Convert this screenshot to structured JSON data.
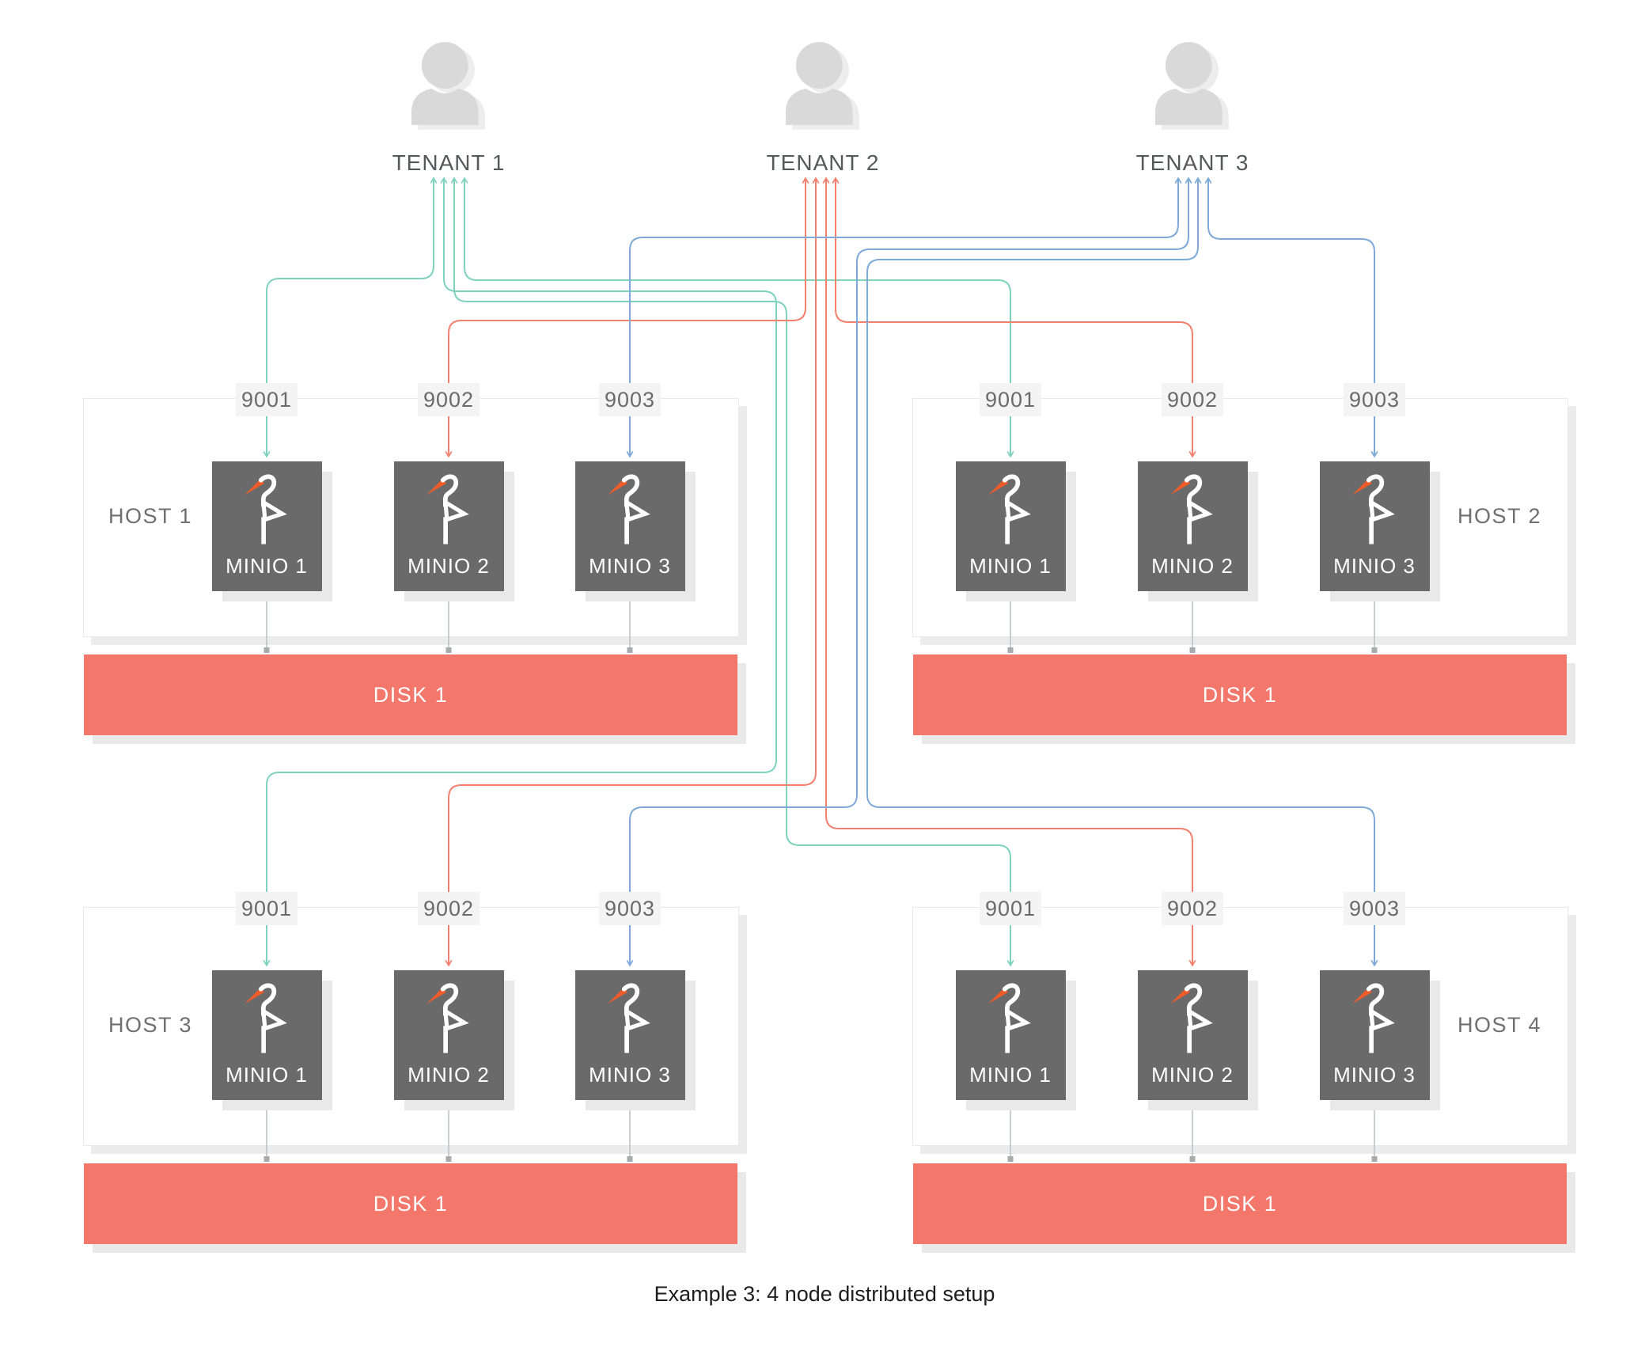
{
  "caption": "Example 3: 4 node distributed setup",
  "tenants": [
    {
      "label": "TENANT 1"
    },
    {
      "label": "TENANT 2"
    },
    {
      "label": "TENANT 3"
    }
  ],
  "hosts": [
    {
      "label": "HOST 1",
      "label_side": "left",
      "ports": [
        "9001",
        "9002",
        "9003"
      ],
      "nodes": [
        "MINIO 1",
        "MINIO 2",
        "MINIO 3"
      ],
      "disk": "DISK 1"
    },
    {
      "label": "HOST 2",
      "label_side": "right",
      "ports": [
        "9001",
        "9002",
        "9003"
      ],
      "nodes": [
        "MINIO 1",
        "MINIO 2",
        "MINIO 3"
      ],
      "disk": "DISK 1"
    },
    {
      "label": "HOST 3",
      "label_side": "left",
      "ports": [
        "9001",
        "9002",
        "9003"
      ],
      "nodes": [
        "MINIO 1",
        "MINIO 2",
        "MINIO 3"
      ],
      "disk": "DISK 1"
    },
    {
      "label": "HOST 4",
      "label_side": "right",
      "ports": [
        "9001",
        "9002",
        "9003"
      ],
      "nodes": [
        "MINIO 1",
        "MINIO 2",
        "MINIO 3"
      ],
      "disk": "DISK 1"
    }
  ],
  "colors": {
    "tenant1_wire": "#7fd2bd",
    "tenant2_wire": "#f3806e",
    "tenant3_wire": "#7ea9d8",
    "disk": "#f3776a",
    "minio_box": "#6a6a6a",
    "minio_beak": "#f05b2a",
    "stub_line": "#bfc3c6",
    "stub_nub": "#a6abae",
    "person": "#d9d9d9",
    "person_shadow": "#ededed"
  }
}
